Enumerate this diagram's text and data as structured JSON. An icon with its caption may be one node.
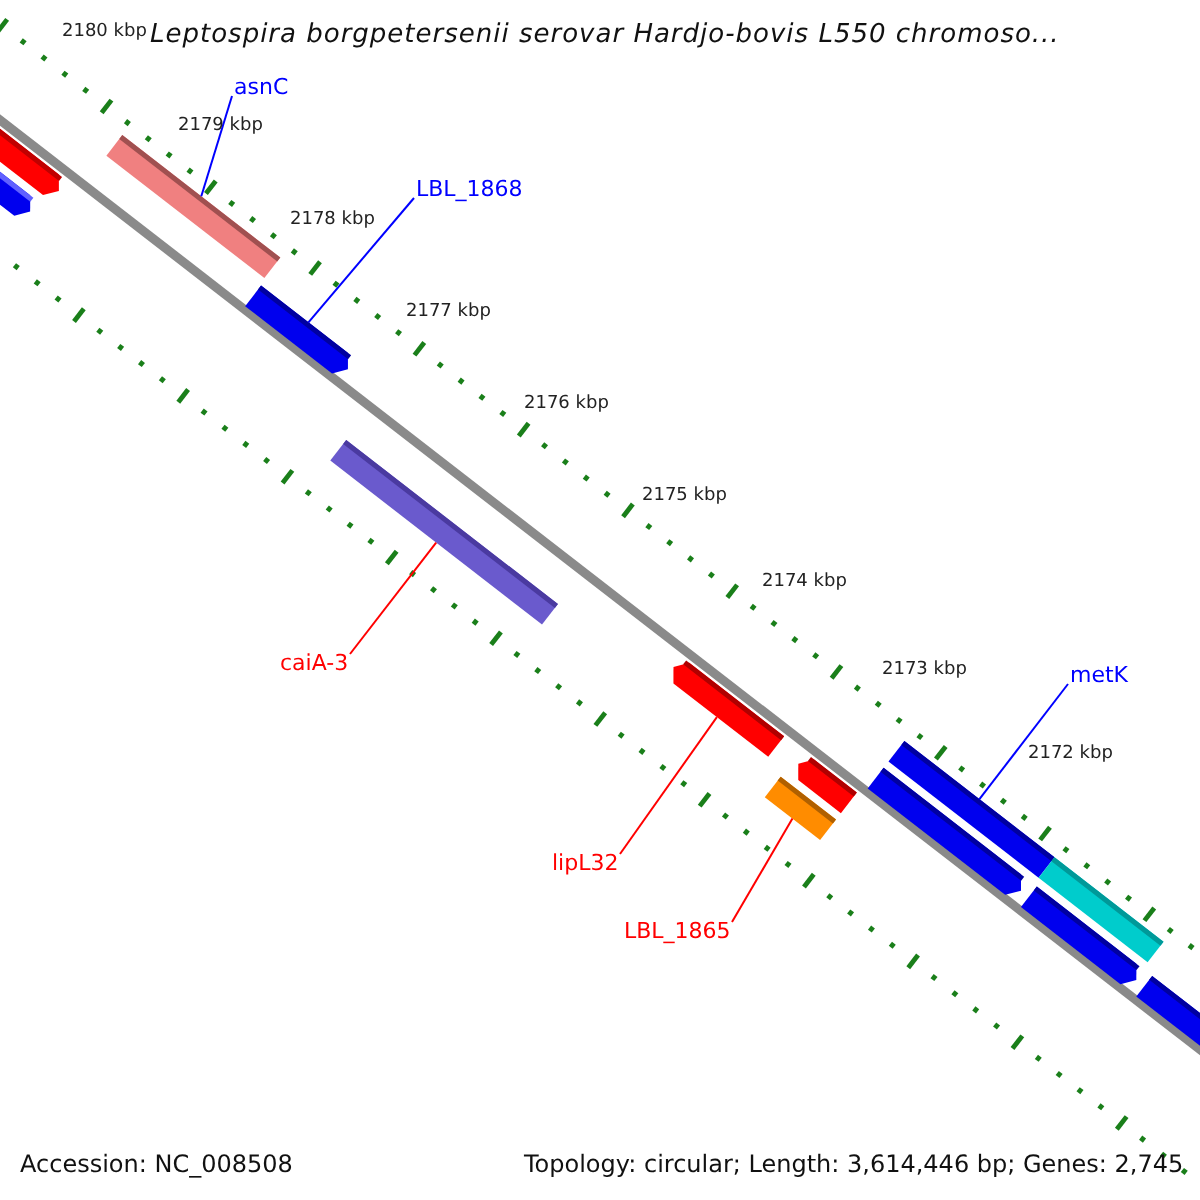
{
  "diagram": {
    "title": "Leptospira borgpetersenii serovar Hardjo-bovis L550 chromoso...",
    "nodes": [
      {
        "text": [
          "asnC"
        ]
      },
      {
        "text": [],
        "shape": "bar"
      },
      {
        "text": [
          "LBL_1868"
        ]
      },
      {
        "text": [],
        "shape": "bar"
      },
      {
        "text": [
          "caiA-3"
        ]
      },
      {
        "text": [],
        "shape": "bar"
      },
      {
        "text": [
          "lipL32"
        ]
      },
      {
        "text": [],
        "shape": "bar"
      },
      {
        "text": [
          "LBL_1865"
        ]
      },
      {
        "text": [],
        "shape": "bar"
      },
      {
        "text": [
          "metK"
        ]
      },
      {
        "text": [],
        "shape": "bar"
      },
      {
        "text": [],
        "shape": "bar"
      },
      {
        "text": [],
        "shape": "bar"
      },
      {
        "text": [],
        "shape": "bar"
      },
      {
        "text": [],
        "shape": "bar"
      },
      {
        "text": [],
        "shape": "bar"
      },
      {
        "text": [],
        "shape": "bar"
      },
      {
        "text": [],
        "shape": "bar"
      }
    ],
    "edges": [
      {
        "from": 0,
        "to": 1,
        "arrow": "none"
      },
      {
        "from": 2,
        "to": 3,
        "arrow": "none"
      },
      {
        "from": 4,
        "to": 5,
        "arrow": "none",
        "color": "#ff0000"
      },
      {
        "from": 6,
        "to": 7,
        "arrow": "none",
        "color": "#ff0000"
      },
      {
        "from": 8,
        "to": 9,
        "arrow": "none",
        "color": "#ff0000"
      },
      {
        "from": 10,
        "to": 11,
        "arrow": "none"
      }
    ],
    "labels": [
      "2180 kbp",
      "2179 kbp",
      "2178 kbp",
      "2177 kbp",
      "2176 kbp",
      "2175 kbp",
      "2174 kbp",
      "2173 kbp",
      "2172 kbp",
      "Accession: NC_008508",
      "Topology: circular; Length: 3,614,446 bp; Genes: 2,745"
    ]
  }
}
